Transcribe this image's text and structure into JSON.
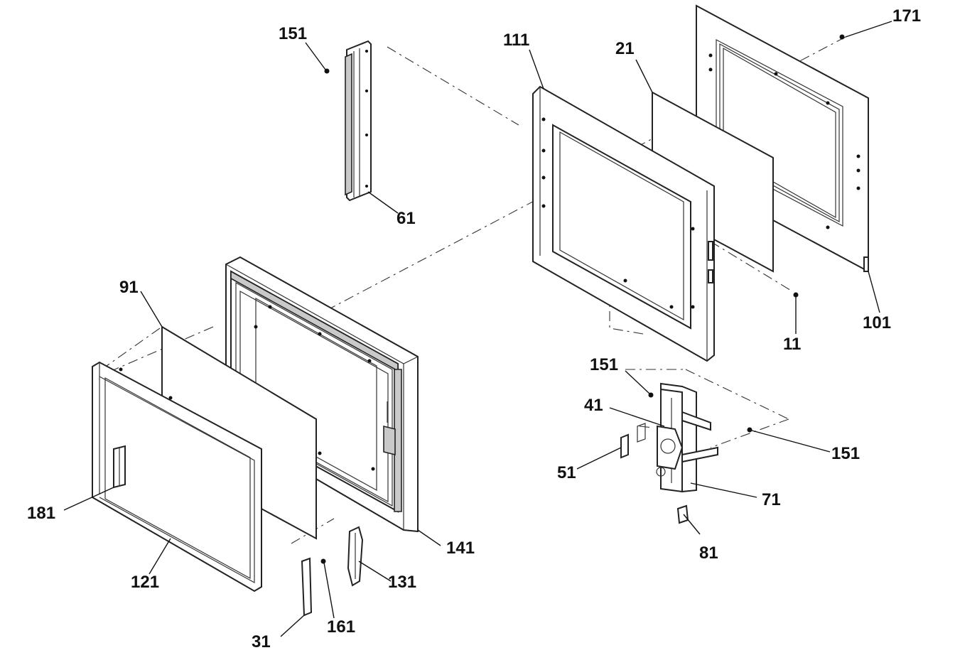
{
  "diagram": {
    "callouts": {
      "c171": "171",
      "c151_top": "151",
      "c111": "111",
      "c21": "21",
      "c61": "61",
      "c101": "101",
      "c11": "11",
      "c91": "91",
      "c151_mid": "151",
      "c41": "41",
      "c151_right": "151",
      "c51": "51",
      "c71": "71",
      "c181": "181",
      "c141": "141",
      "c121": "121",
      "c131": "131",
      "c81": "81",
      "c161": "161",
      "c31": "31"
    },
    "colors": {
      "line": "#222222",
      "shade": "#c9c9c9",
      "background": "#ffffff"
    }
  }
}
